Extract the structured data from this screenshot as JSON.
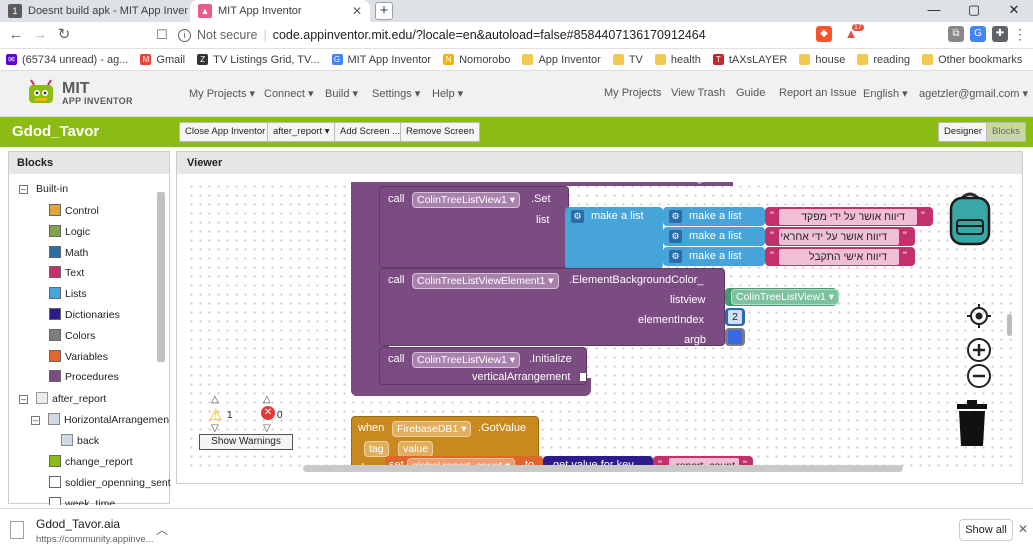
{
  "browser": {
    "tabs": [
      {
        "title": "Doesnt build apk - MIT App Invent",
        "active": false
      },
      {
        "title": "MIT App Inventor",
        "active": true
      }
    ],
    "new_tab_label": "+",
    "url_security": "Not secure",
    "url": "code.appinventor.mit.edu/?locale=en&autoload=false#8584407136170912464",
    "brave_badge": "17"
  },
  "bookmarks": [
    {
      "label": "(65734 unread) - ag...",
      "kind": "mail"
    },
    {
      "label": "Gmail",
      "kind": "gmail"
    },
    {
      "label": "TV Listings Grid, TV...",
      "kind": "tv"
    },
    {
      "label": "MIT App Inventor",
      "kind": "google"
    },
    {
      "label": "Nomorobo",
      "kind": "nomorobo"
    },
    {
      "label": "App Inventor",
      "kind": "folder"
    },
    {
      "label": "TV",
      "kind": "folder"
    },
    {
      "label": "health",
      "kind": "folder"
    },
    {
      "label": "tAXsLAYER",
      "kind": "taxslayer"
    },
    {
      "label": "house",
      "kind": "folder"
    },
    {
      "label": "reading",
      "kind": "folder"
    },
    {
      "label": "Other bookmarks",
      "kind": "folder"
    }
  ],
  "app": {
    "logo_line1": "MIT",
    "logo_line2": "APP INVENTOR",
    "menus": [
      "My Projects ▾",
      "Connect ▾",
      "Build ▾",
      "Settings ▾",
      "Help ▾"
    ],
    "right_links": [
      "My Projects",
      "View Trash",
      "Guide",
      "Report an Issue",
      "English ▾",
      "agetzler@gmail.com ▾"
    ]
  },
  "toolbar": {
    "project_name": "Gdod_Tavor",
    "close_label": "Close App Inventor",
    "screen_label": "after_report ▾",
    "add_screen_label": "Add Screen ...",
    "remove_screen_label": "Remove Screen",
    "designer_label": "Designer",
    "blocks_label": "Blocks"
  },
  "blocks_panel": {
    "title": "Blocks",
    "builtin_label": "Built-in",
    "builtin_items": [
      {
        "label": "Control",
        "color": "#e1a736"
      },
      {
        "label": "Logic",
        "color": "#80a34b"
      },
      {
        "label": "Math",
        "color": "#2b6ca8"
      },
      {
        "label": "Text",
        "color": "#c3306b"
      },
      {
        "label": "Lists",
        "color": "#47a4d9"
      },
      {
        "label": "Dictionaries",
        "color": "#2d1a8c"
      },
      {
        "label": "Colors",
        "color": "#7d7d7d"
      },
      {
        "label": "Variables",
        "color": "#e0662b"
      },
      {
        "label": "Procedures",
        "color": "#7b4c82"
      }
    ],
    "screen_label": "after_report",
    "components": [
      "HorizontalArrangemen",
      "back",
      "change_report",
      "soldier_openning_sent",
      "week_time"
    ]
  },
  "viewer": {
    "title": "Viewer",
    "blocks": {
      "call": "call",
      "set_component": "ColinTreeListView1 ▾",
      "set_method": ".Set",
      "list_label": "list",
      "make_a_list": "make a list",
      "strings": [
        "דיווח אושר על ידי מפקד",
        "דיווח אושר על ידי אחראי",
        "דיווח אישי התקבל"
      ],
      "element_component": "ColinTreeListViewElement1 ▾",
      "element_method": ".ElementBackgroundColor_",
      "listview_label": "listview",
      "listview_value": "ColinTreeListView1 ▾",
      "element_index_label": "elementIndex",
      "element_index_value": "2",
      "argb_label": "argb",
      "argb_color": "#3a66e8",
      "init_component": "ColinTreeListView1 ▾",
      "init_method": ".Initialize",
      "vertical_label": "verticalArrangement",
      "top_partial_label": "argb",
      "when_label": "when",
      "event_component": "FirebaseDB1 ▾",
      "event_name": ".GotValue",
      "param_tag": "tag",
      "param_value": "value",
      "do_label": "do",
      "set_label": "set",
      "global_var": "global report_count ▾",
      "to_label": "to",
      "get_value_label": "get value for key",
      "key_string": "report_count"
    },
    "warnings_count": "1",
    "errors_count": "0",
    "show_warnings_label": "Show Warnings"
  },
  "download": {
    "filename": "Gdod_Tavor.aia",
    "source": "https://community.appinve...",
    "show_all_label": "Show all"
  }
}
